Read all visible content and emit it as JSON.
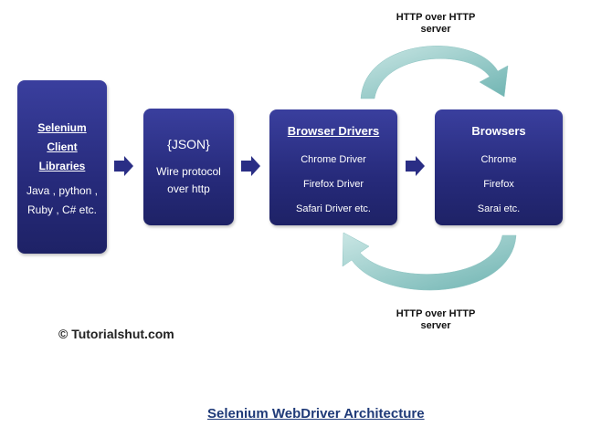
{
  "boxes": {
    "client": {
      "title_lines": [
        "Selenium",
        "Client",
        "Libraries"
      ],
      "body_lines": [
        "Java , python ,",
        "Ruby , C# etc."
      ]
    },
    "json": {
      "title": "{JSON}",
      "body_lines": [
        "Wire protocol",
        "over http"
      ]
    },
    "drivers": {
      "title": "Browser Drivers",
      "body_lines": [
        "Chrome Driver",
        "Firefox Driver",
        "Safari Driver etc."
      ]
    },
    "browsers": {
      "title": "Browsers",
      "body_lines": [
        "Chrome",
        "Firefox",
        "Sarai etc."
      ]
    }
  },
  "http_top": [
    "HTTP over HTTP",
    "server"
  ],
  "http_bottom": [
    "HTTP over HTTP",
    "server"
  ],
  "copyright": "© Tutorialshut.com",
  "caption": "Selenium WebDriver Architecture",
  "colors": {
    "box": "#2a2e85",
    "arrow": "#2a2e85",
    "curve": "#9fd0cf",
    "caption": "#1f3a78"
  }
}
